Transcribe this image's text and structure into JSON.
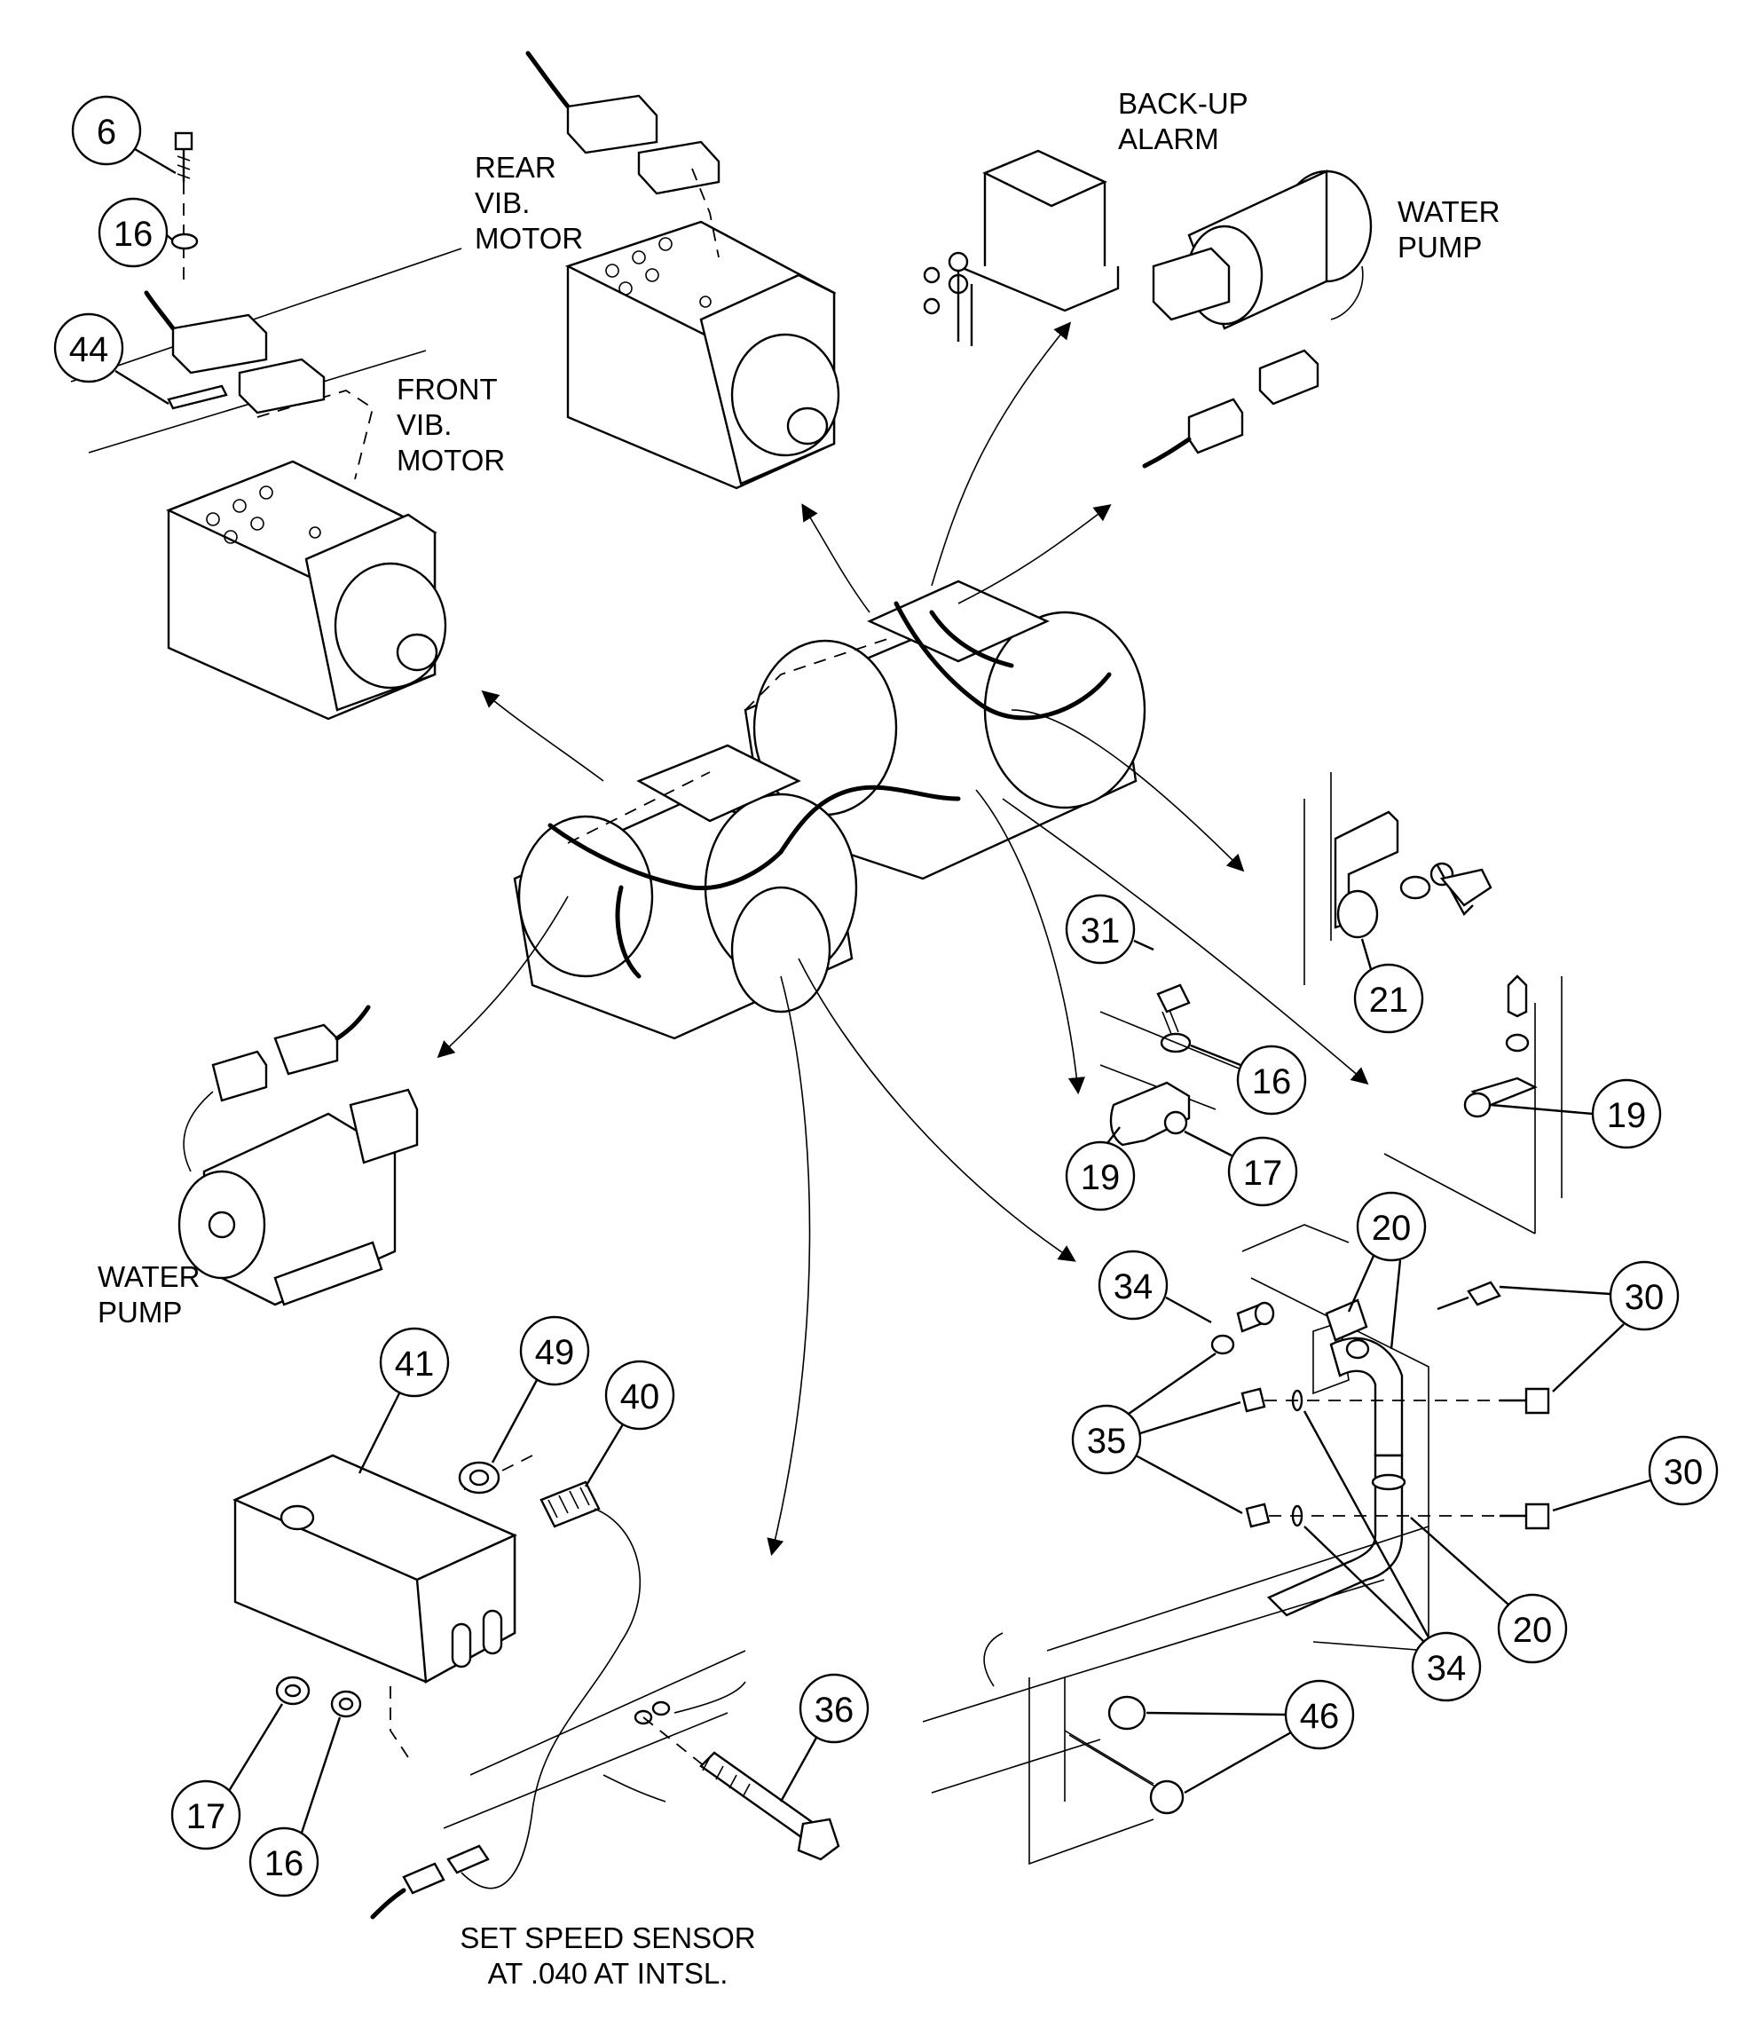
{
  "labels": {
    "rear_motor": [
      "REAR",
      "VIB.",
      "MOTOR"
    ],
    "front_motor": [
      "FRONT",
      "VIB.",
      "MOTOR"
    ],
    "backup_alarm": [
      "BACK-UP",
      "ALARM"
    ],
    "water_pump_right": [
      "WATER",
      "PUMP"
    ],
    "water_pump_left": [
      "WATER",
      "PUMP"
    ],
    "sensor_note": [
      "SET SPEED SENSOR",
      "AT .040 AT INTSL."
    ]
  },
  "callouts": [
    "6",
    "16",
    "44",
    "31",
    "21",
    "16",
    "19",
    "17",
    "19",
    "20",
    "34",
    "30",
    "35",
    "30",
    "20",
    "34",
    "41",
    "49",
    "40",
    "36",
    "17",
    "16",
    "46"
  ]
}
